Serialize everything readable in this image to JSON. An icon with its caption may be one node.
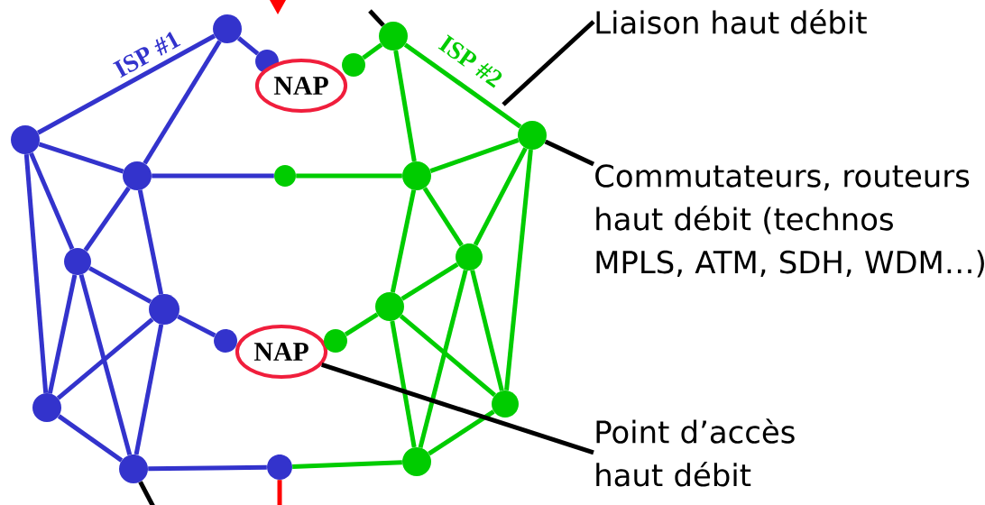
{
  "diagram": {
    "nodes": [
      {
        "text": [],
        "shape": "circle"
      },
      {
        "text": [],
        "shape": "circle"
      },
      {
        "text": [
          "NAP"
        ]
      },
      {
        "text": [],
        "shape": "circle"
      },
      {
        "text": [],
        "shape": "circle"
      },
      {
        "text": [
          "Liaison haut débit"
        ]
      },
      {
        "text": [],
        "shape": "circle"
      },
      {
        "text": [],
        "shape": "circle"
      },
      {
        "text": [],
        "shape": "circle"
      },
      {
        "text": [],
        "shape": "circle"
      },
      {
        "text": [],
        "shape": "circle"
      },
      {
        "text": [
          "Commutateurs, routeurs haut débit (technos MPLS, ATM, SDH, WDM…)"
        ]
      },
      {
        "text": [],
        "shape": "circle"
      },
      {
        "text": [],
        "shape": "circle"
      },
      {
        "text": [],
        "shape": "circle"
      },
      {
        "text": [],
        "shape": "circle"
      },
      {
        "text": [],
        "shape": "circle"
      },
      {
        "text": [
          "NAP"
        ]
      },
      {
        "text": [],
        "shape": "circle"
      },
      {
        "text": [],
        "shape": "circle"
      },
      {
        "text": [],
        "shape": "circle"
      },
      {
        "text": [],
        "shape": "circle"
      },
      {
        "text": [],
        "shape": "circle"
      },
      {
        "text": [],
        "shape": "circle"
      },
      {
        "text": [
          "Point d’accès haut débit"
        ]
      }
    ],
    "edges": [
      {
        "from": 0,
        "to": 6,
        "arrow": "none",
        "label": "ISP #1",
        "color": "#3333cc"
      },
      {
        "from": 0,
        "to": 1,
        "arrow": "none",
        "color": "#3333cc"
      },
      {
        "from": 0,
        "to": 8,
        "arrow": "none",
        "color": "#3333cc"
      },
      {
        "from": 6,
        "to": 8,
        "arrow": "none",
        "color": "#3333cc"
      },
      {
        "from": 6,
        "to": 12,
        "arrow": "none",
        "color": "#3333cc"
      },
      {
        "from": 6,
        "to": 19,
        "arrow": "none",
        "color": "#3333cc"
      },
      {
        "from": 8,
        "to": 12,
        "arrow": "none",
        "color": "#3333cc"
      },
      {
        "from": 8,
        "to": 14,
        "arrow": "none",
        "color": "#3333cc"
      },
      {
        "from": 8,
        "to": 9,
        "arrow": "none",
        "color": "#3333cc"
      },
      {
        "from": 12,
        "to": 14,
        "arrow": "none",
        "color": "#3333cc"
      },
      {
        "from": 12,
        "to": 19,
        "arrow": "none",
        "color": "#3333cc"
      },
      {
        "from": 12,
        "to": 21,
        "arrow": "none",
        "color": "#3333cc"
      },
      {
        "from": 14,
        "to": 16,
        "arrow": "none",
        "color": "#3333cc"
      },
      {
        "from": 14,
        "to": 19,
        "arrow": "none",
        "color": "#3333cc"
      },
      {
        "from": 14,
        "to": 21,
        "arrow": "none",
        "color": "#3333cc"
      },
      {
        "from": 19,
        "to": 21,
        "arrow": "none",
        "color": "#3333cc"
      },
      {
        "from": 21,
        "to": 22,
        "arrow": "none",
        "color": "#3333cc"
      },
      {
        "from": 4,
        "to": 3,
        "arrow": "none",
        "color": "#00cc00"
      },
      {
        "from": 4,
        "to": 7,
        "arrow": "none",
        "label": "ISP #2",
        "color": "#00cc00"
      },
      {
        "from": 4,
        "to": 10,
        "arrow": "none",
        "color": "#00cc00"
      },
      {
        "from": 7,
        "to": 10,
        "arrow": "none",
        "color": "#00cc00"
      },
      {
        "from": 7,
        "to": 13,
        "arrow": "none",
        "color": "#00cc00"
      },
      {
        "from": 7,
        "to": 20,
        "arrow": "none",
        "color": "#00cc00"
      },
      {
        "from": 10,
        "to": 9,
        "arrow": "none",
        "color": "#00cc00"
      },
      {
        "from": 10,
        "to": 13,
        "arrow": "none",
        "color": "#00cc00"
      },
      {
        "from": 10,
        "to": 15,
        "arrow": "none",
        "color": "#00cc00"
      },
      {
        "from": 13,
        "to": 15,
        "arrow": "none",
        "color": "#00cc00"
      },
      {
        "from": 13,
        "to": 23,
        "arrow": "none",
        "color": "#00cc00"
      },
      {
        "from": 13,
        "to": 20,
        "arrow": "none",
        "color": "#00cc00"
      },
      {
        "from": 15,
        "to": 18,
        "arrow": "none",
        "color": "#00cc00"
      },
      {
        "from": 15,
        "to": 20,
        "arrow": "none",
        "color": "#00cc00"
      },
      {
        "from": 15,
        "to": 23,
        "arrow": "none",
        "color": "#00cc00"
      },
      {
        "from": 20,
        "to": 23,
        "arrow": "none",
        "color": "#00cc00"
      },
      {
        "from": 23,
        "to": 22,
        "arrow": "none",
        "color": "#00cc00"
      },
      {
        "from": 5,
        "to": null,
        "arrow": "none",
        "color": "#000000"
      },
      {
        "from": 11,
        "to": 7,
        "arrow": "none",
        "color": "#000000"
      },
      {
        "from": 24,
        "to": 17,
        "arrow": "none",
        "color": "#000000"
      },
      {
        "from": null,
        "to": 4,
        "arrow": "none",
        "color": "#000000"
      },
      {
        "from": 21,
        "to": null,
        "arrow": "none",
        "color": "#000000"
      },
      {
        "from": 22,
        "to": null,
        "arrow": "none",
        "color": "#ff0000"
      }
    ]
  }
}
